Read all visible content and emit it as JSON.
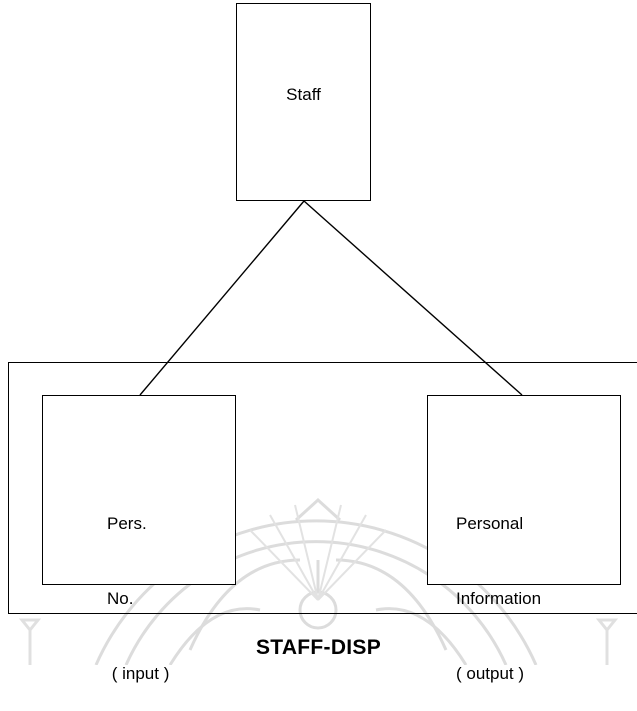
{
  "diagram": {
    "parent_node": {
      "label": "Staff"
    },
    "children": [
      {
        "lines": [
          "Pers.",
          "No.",
          " ( input )"
        ]
      },
      {
        "lines": [
          "Personal",
          "Information",
          "( output )"
        ]
      }
    ],
    "caption": "STAFF-DISP"
  },
  "colors": {
    "stroke": "#000000",
    "watermark": "#d8d8d8",
    "background": "#ffffff"
  }
}
